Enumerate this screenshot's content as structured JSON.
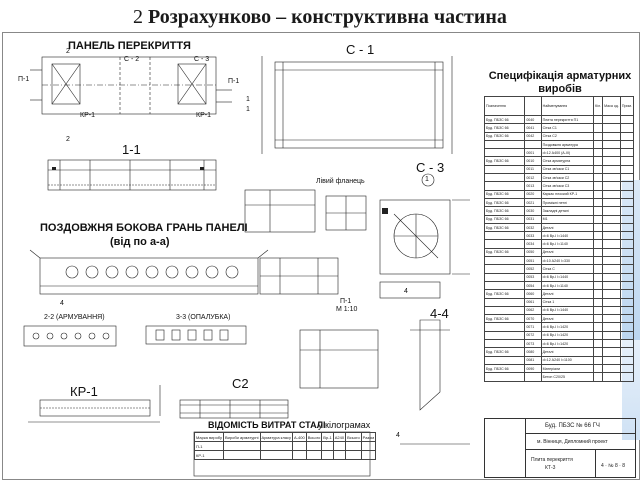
{
  "slide": {
    "number": "2",
    "title": "Розрахунково – конструктивна частина"
  },
  "drawing": {
    "panel_title": "ПАНЕЛЬ ПЕРЕКРИТТЯ",
    "section_1_1": "1-1",
    "side_face_title_line1": "ПОЗДОВЖНЯ БОКОВА ГРАНЬ ПАНЕЛІ",
    "side_face_title_line2": "(від по а-а)",
    "section_2_2": "2-2 (АРМУВАННЯ)",
    "section_3_3": "3-3 (ОПАЛУБКА)",
    "kr1_label": "КР-1",
    "c2_label": "С2",
    "c1_label": "С - 1",
    "c3_label": "С - 3",
    "c3_circle": "1",
    "section_4_4": "4-4",
    "p1_label": "П-1",
    "scale_label": "М 1:10",
    "steel_title": "ВІДОМІСТЬ ВИТРАТ СТАЛІ",
    "steel_units": "у кілограмах",
    "plan_note": "Лівий фланець",
    "marks": [
      "П-1",
      "П-1",
      "КР-1",
      "КР-1",
      "С - 2",
      "С - 3",
      "1",
      "1",
      "2",
      "2",
      "4",
      "4",
      "4"
    ]
  },
  "spec": {
    "title_line1": "Специфікація арматурних",
    "title_line2": "виробів",
    "headers": [
      "Позначення",
      "Найменування",
      "Кіл.",
      "Маса од.",
      "Прим."
    ],
    "rows": [
      [
        "Буд. ПБЗС 66",
        "0040",
        "Плита перекриття П1"
      ],
      [
        "Буд. ПБЗС 66",
        "0041",
        "Сітка С1"
      ],
      [
        "Буд. ПБЗС 66",
        "0042",
        "Сітка С2"
      ],
      [
        "",
        "",
        "Поздовжня арматура"
      ],
      [
        "",
        "0001",
        "d=12 А400 (А-ІІІ)"
      ],
      [
        "Буд. ПБЗС 66",
        "0010",
        "Сітка арматурна"
      ],
      [
        "",
        "0011",
        "Сітка зв'язки С1"
      ],
      [
        "",
        "0012",
        "Сітка зв'язки С2"
      ],
      [
        "",
        "0013",
        "Сітка зв'язки С3"
      ],
      [
        "Буд. ПБЗС 66",
        "0020",
        "Каркас плоский КР-1"
      ],
      [
        "Буд. ПБЗС 66",
        "0021",
        "Проміжні петлі"
      ],
      [
        "Буд. ПБЗС 66",
        "0030",
        "Закладні деталі"
      ],
      [
        "Буд. ПБЗС 66",
        "0031",
        "М1"
      ],
      [
        "Буд. ПБЗС 66",
        "0032",
        "Деталі"
      ],
      [
        "",
        "0033",
        "d=6 Вр-І l=1440"
      ],
      [
        "",
        "0034",
        "d=6 Вр-І l=1140"
      ],
      [
        "Буд. ПБЗС 66",
        "0050",
        "Деталі"
      ],
      [
        "",
        "0051",
        "d=10 А240 l=330"
      ],
      [
        "",
        "0052",
        "Сітка С"
      ],
      [
        "",
        "0053",
        "d=6 Вр-І l=1440"
      ],
      [
        "",
        "0054",
        "d=6 Вр-І l=1140"
      ],
      [
        "Буд. ПБЗС 66",
        "0060",
        "Деталі"
      ],
      [
        "",
        "0061",
        "Сітка 1"
      ],
      [
        "",
        "0062",
        "d=6 Вр-І l=1440"
      ],
      [
        "Буд. ПБЗС 66",
        "0070",
        "Деталі"
      ],
      [
        "",
        "0071",
        "d=6 Вр-І l=1420"
      ],
      [
        "",
        "0072",
        "d=6 Вр-І l=1420"
      ],
      [
        "",
        "0073",
        "d=6 Вр-І l=1420"
      ],
      [
        "Буд. ПБЗС 66",
        "0080",
        "Деталі"
      ],
      [
        "",
        "0081",
        "d=12 А240 l=1100"
      ],
      [
        "Буд. ПБЗС 66",
        "0090",
        "Матеріали"
      ],
      [
        "",
        "",
        "Бетон С20/25"
      ]
    ]
  },
  "bom": {
    "headers": [
      "Марка виробу",
      "Вироби арматурні",
      "Арматура класу",
      "А-400",
      "Всього",
      "Вр-1",
      "А240",
      "Всього",
      "Разом"
    ],
    "rows": [
      [
        "П-1",
        "",
        "",
        "",
        "",
        "",
        "",
        "",
        ""
      ],
      [
        "КР-1",
        "",
        "",
        "",
        "",
        "",
        "",
        "",
        ""
      ]
    ]
  },
  "stamp": {
    "code": "Буд. ПБЗС № 66 ГЧ",
    "org": "м. Вінниця, Дипломний проект",
    "sheet_label": "Плита перекриття",
    "sheet_code": "КТ-3",
    "numbers": "4 · № 8 · 8"
  }
}
